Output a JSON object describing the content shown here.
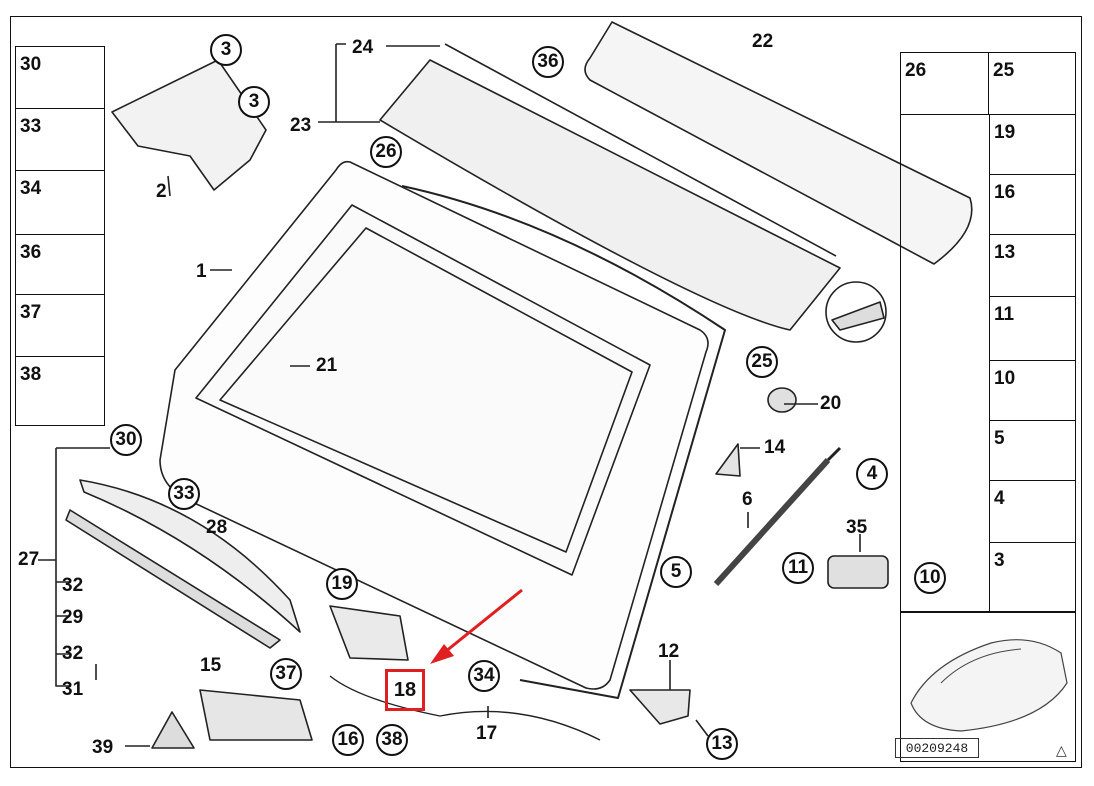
{
  "figure": {
    "document_number": "00209248",
    "highlighted_part": "18"
  },
  "left_table": [
    "30",
    "33",
    "34",
    "36",
    "37",
    "38"
  ],
  "right_table": [
    {
      "label": "26"
    },
    {
      "label": "25"
    },
    {
      "label": "19"
    },
    {
      "label": "16"
    },
    {
      "label": "13"
    },
    {
      "label": "11"
    },
    {
      "label": "10"
    },
    {
      "label": "5"
    },
    {
      "label": "4"
    },
    {
      "label": "3"
    }
  ],
  "callouts": {
    "c1": "1",
    "c2": "2",
    "c3a": "3",
    "c3b": "3",
    "c4": "4",
    "c5": "5",
    "c6": "6",
    "c10": "10",
    "c11": "11",
    "c12": "12",
    "c13": "13",
    "c14": "14",
    "c15": "15",
    "c16": "16",
    "c17": "17",
    "c19": "19",
    "c20": "20",
    "c21": "21",
    "c22": "22",
    "c23": "23",
    "c24": "24",
    "c25": "25",
    "c26": "26",
    "c27": "27",
    "c28": "28",
    "c29": "29",
    "c30": "30",
    "c31": "31",
    "c32a": "32",
    "c32b": "32",
    "c33": "33",
    "c34": "34",
    "c35": "35",
    "c36": "36",
    "c37": "37",
    "c38": "38",
    "c39": "39"
  }
}
